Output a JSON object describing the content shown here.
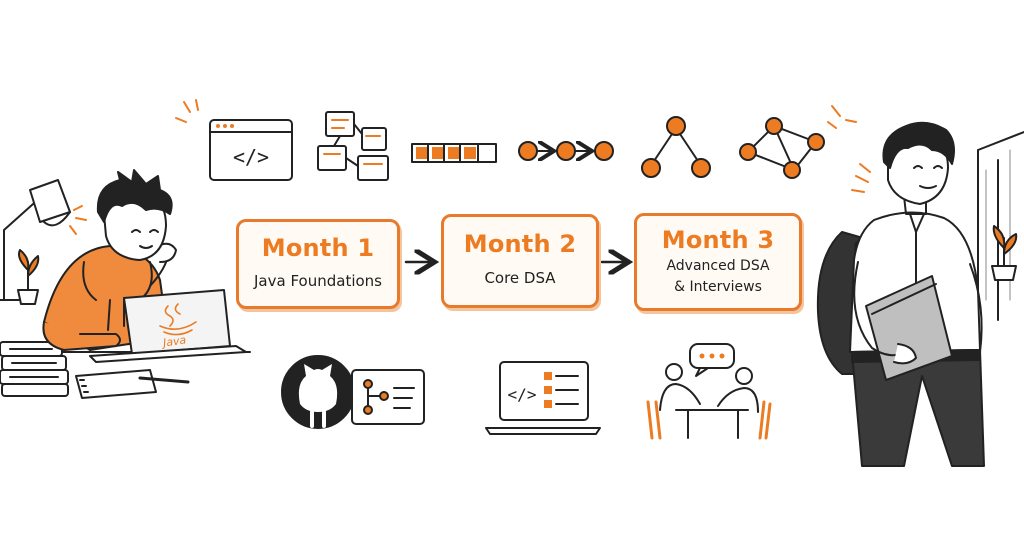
{
  "roadmap": {
    "steps": [
      {
        "month": "Month 1",
        "topic_lines": [
          "Java Foundations"
        ]
      },
      {
        "month": "Month 2",
        "topic_lines": [
          "Core DSA"
        ]
      },
      {
        "month": "Month 3",
        "topic_lines": [
          "Advanced DSA",
          "& Interviews"
        ]
      }
    ]
  },
  "laptop_logo_text": "Java",
  "code_glyph": "</>",
  "colors": {
    "accent": "#ec7b22",
    "ink": "#222222",
    "box_fill": "#fffaf4"
  },
  "icons": [
    "code-window-icon",
    "flowchart-icon",
    "array-icon",
    "linked-list-icon",
    "tree-icon",
    "graph-icon",
    "github-icon",
    "git-branch-icon",
    "laptop-checklist-icon",
    "interview-icon"
  ]
}
